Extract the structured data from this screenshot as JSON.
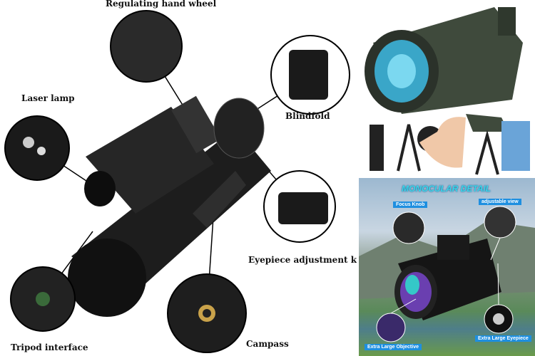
{
  "left_panel": {
    "labels": {
      "hand_wheel": "Regulating hand wheel",
      "laser_lamp": "Laser lamp",
      "blindfold": "Blindfold",
      "eyepiece_knob": "Eyepiece adjustment knob",
      "tripod": "Tripod interface",
      "compass": "Campass"
    }
  },
  "detail_panel": {
    "title": "MONOCULAR DETAIL",
    "tags": {
      "focus_knob": "Focus Knob",
      "adjustable_view": "adjustable view",
      "objective": "Extra Large Objective",
      "eyepiece": "Extra Large Eyepiece"
    }
  },
  "colors": {
    "tag_blue": "#1e8fe0",
    "title_cyan": "#38d6e8",
    "body_green": "#3f4a3c"
  }
}
